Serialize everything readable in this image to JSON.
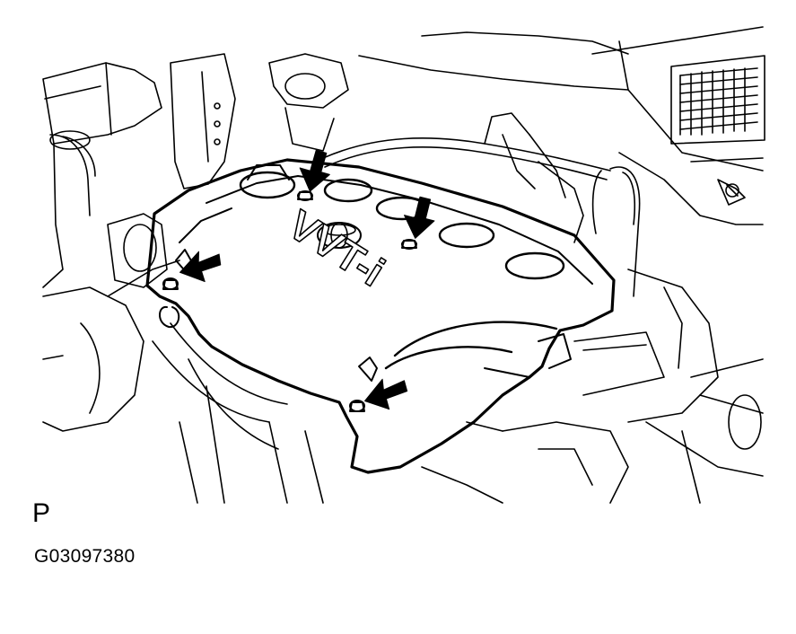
{
  "figure": {
    "view_letter": "P",
    "figure_code": "G03097380",
    "cover_logo_text": "VVT-i"
  },
  "colors": {
    "ink": "#000000",
    "paper": "#ffffff"
  },
  "annotations": {
    "arrow_count": 4,
    "arrow_meaning": "bolt-location-arrow"
  }
}
